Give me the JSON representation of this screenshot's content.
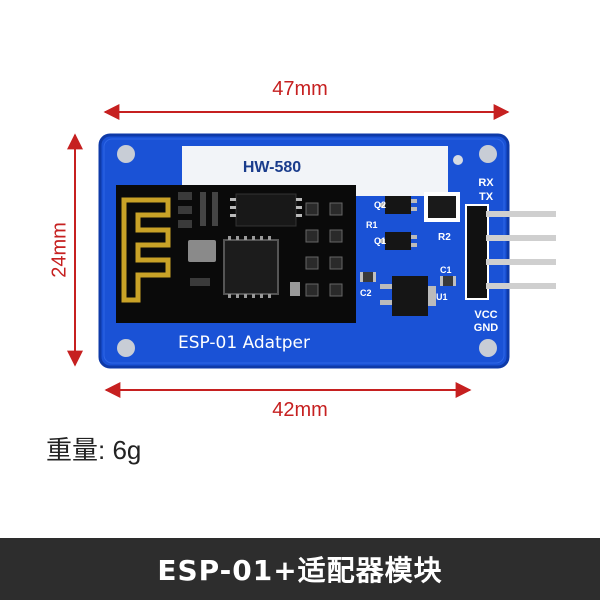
{
  "dimensions": {
    "width": "47mm",
    "depth": "42mm",
    "height": "24mm"
  },
  "board": {
    "model_label": "HW-580",
    "silkscreen_label": "ESP-01 Adatper",
    "pin_labels": [
      "RX",
      "TX",
      "VCC",
      "GND"
    ],
    "component_labels": [
      "Q2",
      "Q1",
      "R2",
      "R1",
      "C1",
      "C2",
      "U1"
    ]
  },
  "weight_text": "重量: 6g",
  "footer_title": "ESP-01+适配器模块",
  "colors": {
    "pcb": "#1a52d6",
    "dimension_lines": "#c62020",
    "module": "#0a0a0a",
    "antenna": "#c9a227",
    "footer_bg": "#2d2d2d"
  }
}
